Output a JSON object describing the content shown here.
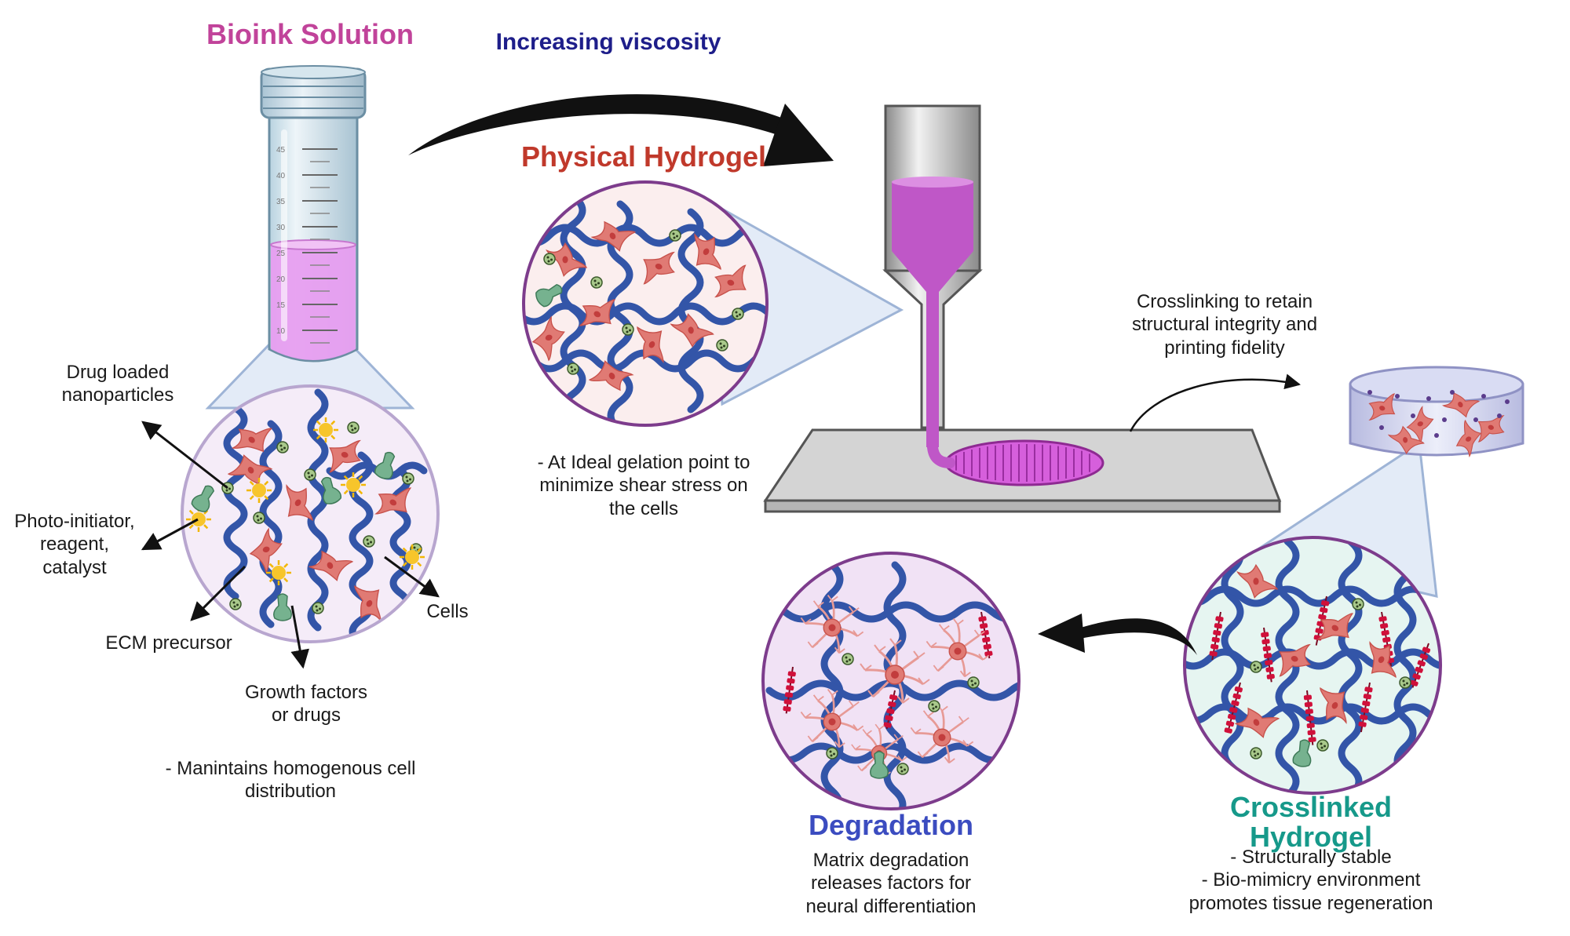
{
  "colors": {
    "bioink": "#c1439a",
    "viscosity": "#1e1e8a",
    "physical": "#c0392b",
    "degradation": "#3b4cc0",
    "crosslinked": "#16998a",
    "fiber": "#3355a8",
    "circle_border": "#7d3c8c",
    "cell": "#e07a74",
    "liquid": "#d074d8",
    "crosslink": "#d0103a"
  },
  "labels": {
    "bioink_solution": "Bioink Solution",
    "increasing_viscosity": "Increasing viscosity",
    "physical_hydrogel": "Physical Hydrogel",
    "physical_desc": [
      "- At Ideal gelation point to",
      "minimize shear stress on",
      "the cells"
    ],
    "crosslinking_desc": [
      "Crosslinking to retain",
      "structural integrity and",
      "printing fidelity"
    ],
    "drug_nanoparticles": [
      "Drug loaded",
      "nanoparticles"
    ],
    "photo_initiator": [
      "Photo-initiator,",
      "reagent,",
      "catalyst"
    ],
    "ecm_precursor": "ECM precursor",
    "cells": "Cells",
    "growth_factors": [
      "Growth factors",
      "or drugs"
    ],
    "bioink_desc": [
      "- Manintains homogenous cell",
      "distribution"
    ],
    "degradation": "Degradation",
    "degradation_desc": [
      "Matrix degradation",
      "releases factors for",
      "neural differentiation"
    ],
    "crosslinked_hydrogel": [
      "Crosslinked",
      "Hydrogel"
    ],
    "crosslinked_desc": [
      "- Structurally stable",
      "- Bio-mimicry environment",
      "promotes tissue regeneration"
    ]
  },
  "tube_scale": [
    "45",
    "40",
    "35",
    "30",
    "25",
    "20",
    "15",
    "10"
  ]
}
